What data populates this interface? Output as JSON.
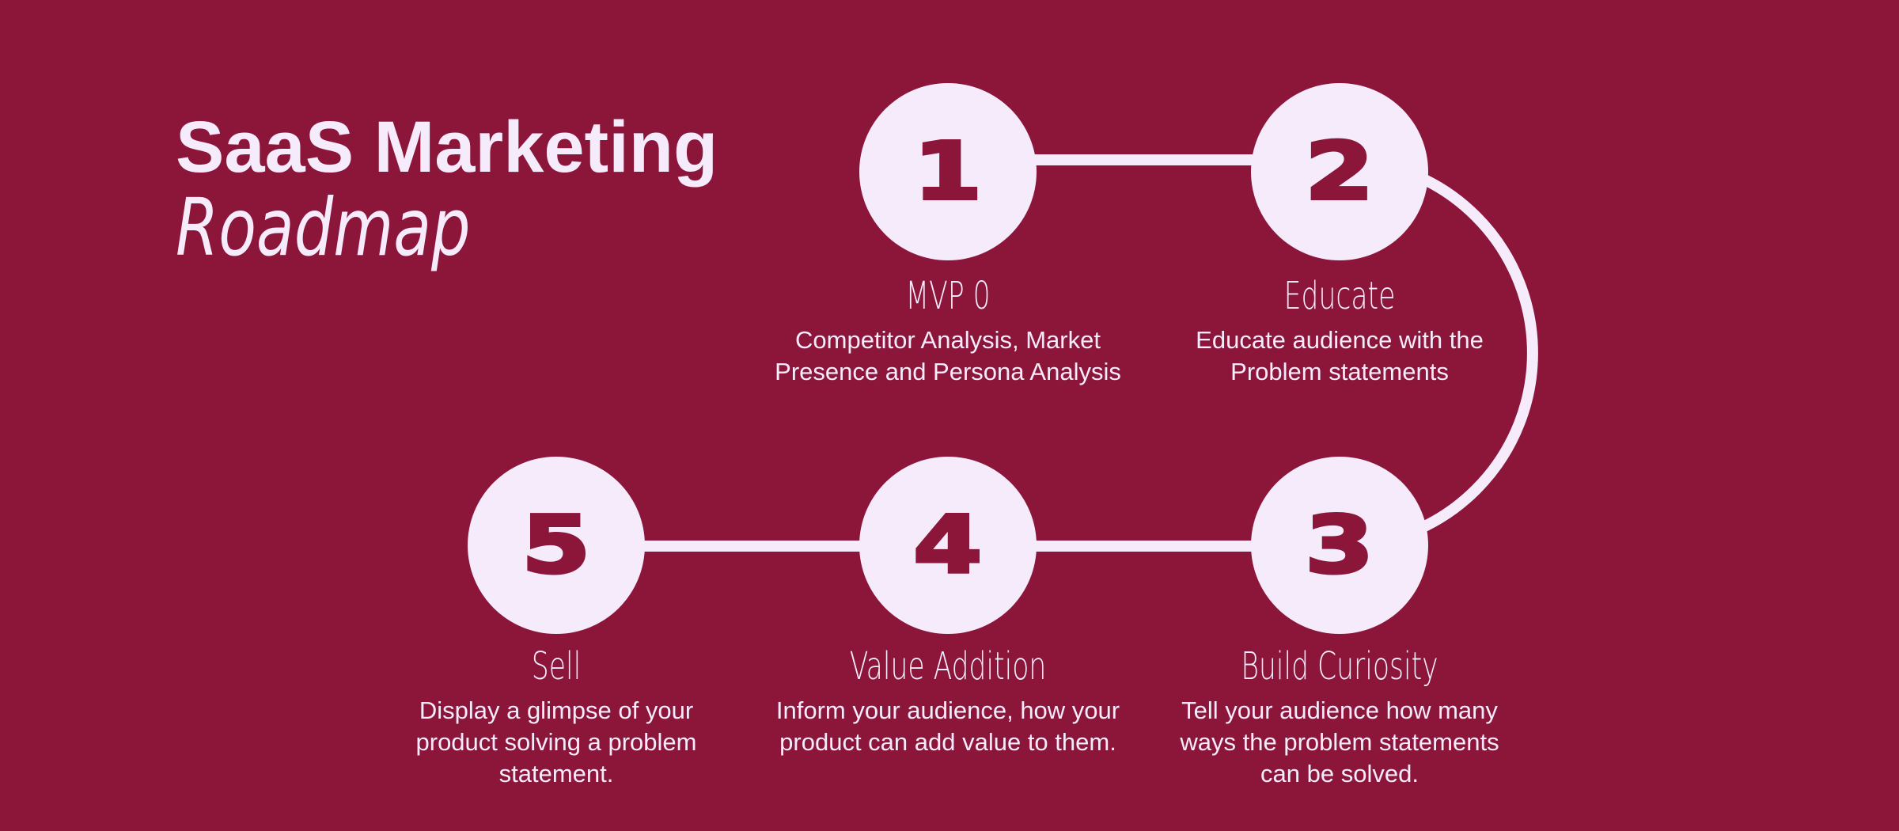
{
  "title": {
    "main": "SaaS Marketing",
    "sub": "Roadmap"
  },
  "colors": {
    "background": "#8b163a",
    "foreground": "#f5ebfa"
  },
  "steps": [
    {
      "number": "1",
      "title": "MVP 0",
      "description": "Competitor Analysis, Market Presence and Persona Analysis"
    },
    {
      "number": "2",
      "title": "Educate",
      "description": "Educate audience with the Problem statements"
    },
    {
      "number": "3",
      "title": "Build Curiosity",
      "description": "Tell your audience how many ways the problem statements can be solved."
    },
    {
      "number": "4",
      "title": "Value Addition",
      "description": "Inform your audience, how your product can add value to them."
    },
    {
      "number": "5",
      "title": "Sell",
      "description": "Display a glimpse of your product solving a problem statement."
    }
  ]
}
